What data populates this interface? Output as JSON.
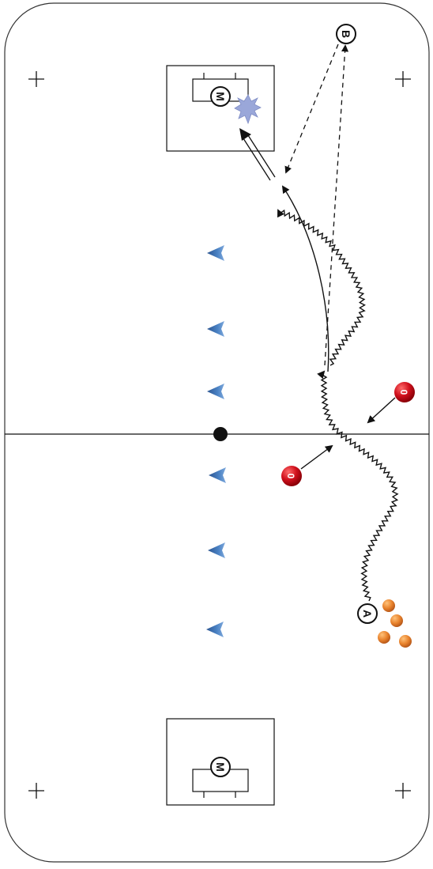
{
  "players": {
    "attacker": {
      "label": "A"
    },
    "receiver": {
      "label": "B"
    },
    "goalkeeper_top": {
      "label": "M"
    },
    "goalkeeper_bottom": {
      "label": "M"
    },
    "defender_right": {
      "label": "0"
    },
    "defender_left": {
      "label": "0"
    }
  },
  "icons": {
    "cone": "cone-icon",
    "ball": "ball-icon",
    "shot_burst": "star-burst-icon",
    "corner_mark": "plus-icon"
  },
  "colors": {
    "line": "#111111",
    "cone": "#3f6fae",
    "ball": "#e8822c",
    "defender": "#d0101c",
    "burst": "#9aa7d9"
  }
}
